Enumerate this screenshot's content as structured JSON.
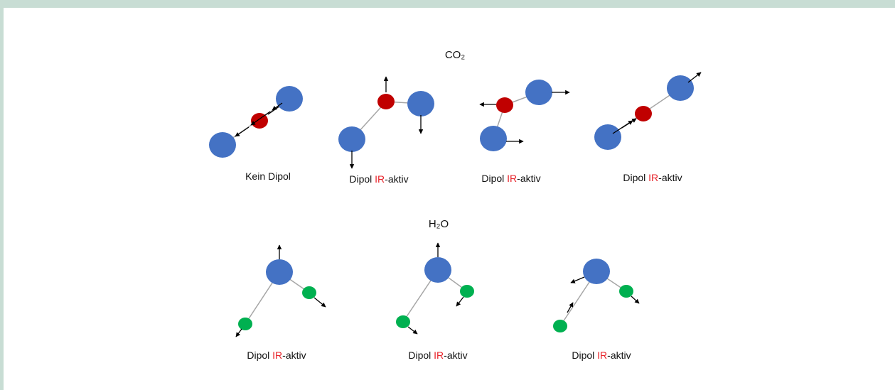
{
  "colors": {
    "frame": "#c8ddd4",
    "background": "#ffffff",
    "carbon_atom": "#4472c4",
    "oxygen_atom_co2": "#c00000",
    "oxygen_atom_h2o": "#4472c4",
    "hydrogen_atom": "#00b050",
    "bond": "#a6a6a6",
    "arrow": "#000000",
    "ir_highlight": "#e8232a"
  },
  "co2": {
    "title": "CO₂",
    "modes": [
      {
        "label_plain": "Kein Dipol"
      },
      {
        "label_pre": "Dipol ",
        "label_ir": "IR",
        "label_post": "-aktiv"
      },
      {
        "label_pre": "Dipol ",
        "label_ir": "IR",
        "label_post": "-aktiv"
      },
      {
        "label_pre": "Dipol ",
        "label_ir": "IR",
        "label_post": "-aktiv"
      }
    ]
  },
  "h2o": {
    "title": "H₂O",
    "modes": [
      {
        "label_pre": "Dipol ",
        "label_ir": "IR",
        "label_post": "-aktiv"
      },
      {
        "label_pre": "Dipol ",
        "label_ir": "IR",
        "label_post": "-aktiv"
      },
      {
        "label_pre": "Dipol ",
        "label_ir": "IR",
        "label_post": "-aktiv"
      }
    ]
  }
}
